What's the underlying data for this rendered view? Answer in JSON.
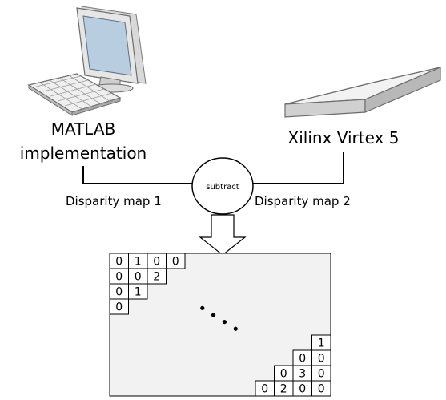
{
  "nodes": {
    "matlab": {
      "label_line1": "MATLAB",
      "label_line2": "implementation",
      "icon": "desktop-computer-icon"
    },
    "fpga": {
      "label": "Xilinx Virtex 5",
      "icon": "fpga-board-icon"
    },
    "subtract": {
      "label": "subtract"
    }
  },
  "edges": {
    "left_label": "Disparity map 1",
    "right_label": "Disparity map 2"
  },
  "matrix": {
    "top_left_rows": [
      [
        "0",
        "1",
        "0",
        "0"
      ],
      [
        "0",
        "0",
        "2"
      ],
      [
        "0",
        "1"
      ],
      [
        "0"
      ]
    ],
    "ellipsis": "• • • •",
    "bottom_right_rows": [
      [
        "1"
      ],
      [
        "0",
        "0"
      ],
      [
        "0",
        "3",
        "0"
      ],
      [
        "0",
        "2",
        "0",
        "0"
      ]
    ]
  },
  "colors": {
    "matrix_background": "#f2f2f2",
    "line": "#000000"
  }
}
